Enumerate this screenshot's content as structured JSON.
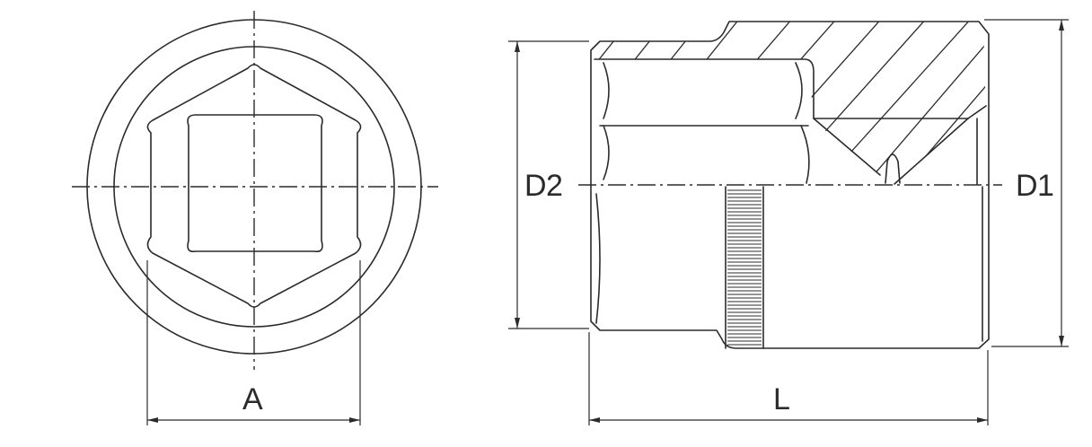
{
  "labels": {
    "a": "A",
    "l": "L",
    "d1": "D1",
    "d2": "D2"
  },
  "colors": {
    "line": "#2b2b2b",
    "background": "#ffffff"
  }
}
